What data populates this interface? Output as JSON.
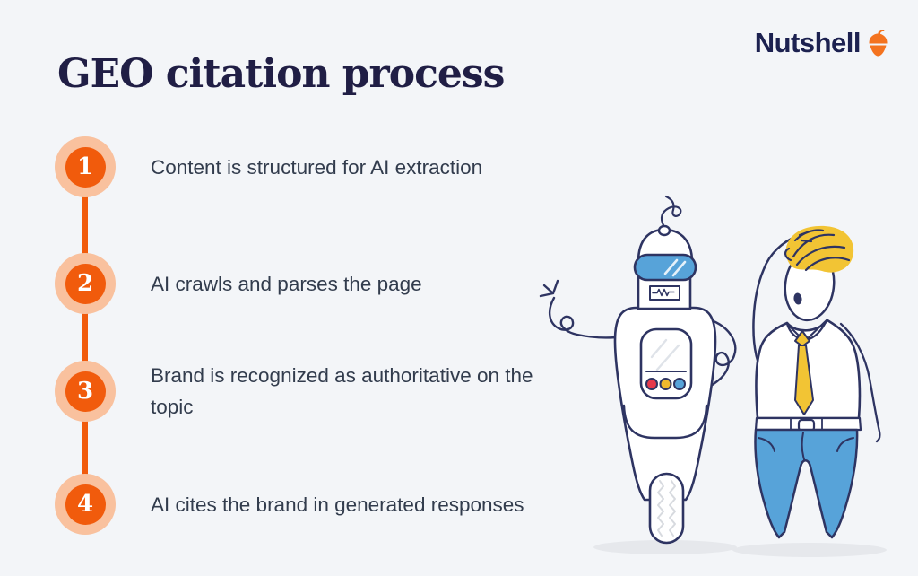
{
  "page": {
    "background_color": "#F3F5F8"
  },
  "header": {
    "title": "GEO citation process",
    "title_color": "#201E45"
  },
  "logo": {
    "text": "Nutshell",
    "text_color": "#1C2150",
    "acorn_icon": "acorn-icon",
    "acorn_color": "#F4731F"
  },
  "steps": {
    "accent_color": "#F15B0C",
    "halo_color": "#F9C19E",
    "text_color": "#323C4D",
    "items": [
      {
        "number": "1",
        "label": "Content is structured for AI extraction"
      },
      {
        "number": "2",
        "label": "AI crawls and parses the page"
      },
      {
        "number": "3",
        "label": "Brand is recognized as authoritative on the topic"
      },
      {
        "number": "4",
        "label": "AI cites the brand in generated responses"
      }
    ]
  },
  "illustration": {
    "description": "cartoon robot on a wheel next to a man in shirt, tie and jeans scratching his head",
    "outline_color": "#2E3462",
    "blue_color": "#57A3D9",
    "yellow_color": "#F2C434",
    "robot_button_colors": [
      "#E5394B",
      "#F0B92E",
      "#57A3D9"
    ]
  }
}
